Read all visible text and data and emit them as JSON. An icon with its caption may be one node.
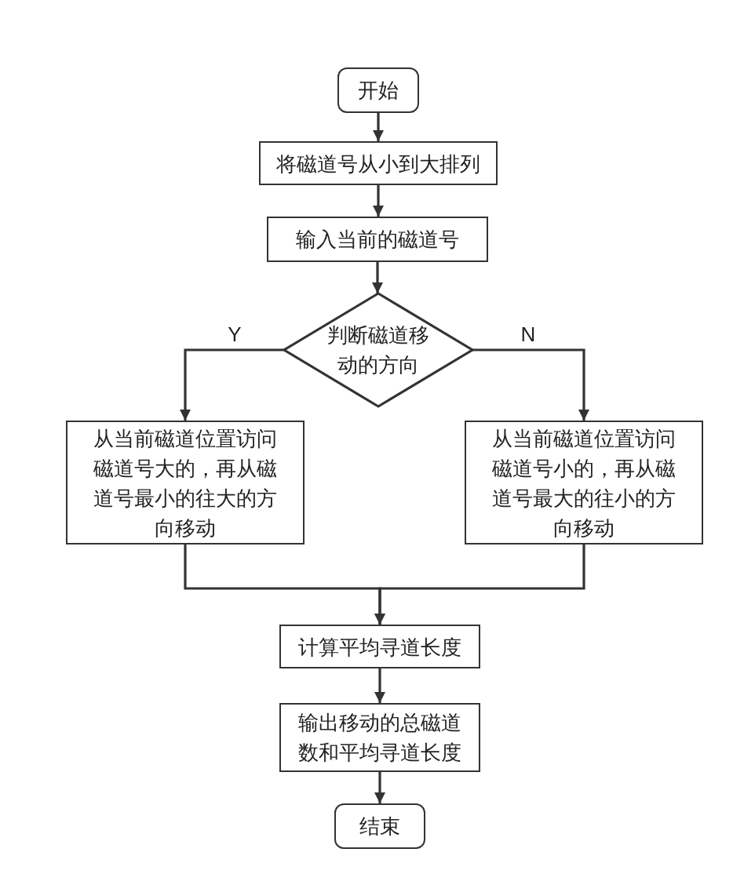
{
  "diagram": {
    "nodes": [
      {
        "text": [
          "开始"
        ]
      },
      {
        "text": [
          "将磁道号从小到大排列"
        ]
      },
      {
        "text": [
          "输入当前的磁道号"
        ]
      },
      {
        "text": [
          "判断磁道移动的方向"
        ]
      },
      {
        "text": [
          "从当前磁道位置访问磁道号大的，再从磁道号最小的往大的方向移动"
        ]
      },
      {
        "text": [
          "从当前磁道位置访问磁道号小的，再从磁道号最大的往小的方向移动"
        ]
      },
      {
        "text": [
          "计算平均寻道长度"
        ]
      },
      {
        "text": [
          "输出移动的总磁道数和平均寻道长度"
        ]
      },
      {
        "text": [
          "结束"
        ]
      }
    ],
    "edges": [
      {
        "from": 0,
        "to": 1,
        "arrow": "to"
      },
      {
        "from": 1,
        "to": 2,
        "arrow": "to"
      },
      {
        "from": 2,
        "to": 3,
        "arrow": "to"
      },
      {
        "from": 3,
        "to": 4,
        "arrow": "to",
        "label": "Y"
      },
      {
        "from": 3,
        "to": 5,
        "arrow": "to",
        "label": "N"
      },
      {
        "from": 4,
        "to": 6,
        "arrow": "to"
      },
      {
        "from": 5,
        "to": 6,
        "arrow": "to"
      },
      {
        "from": 6,
        "to": 7,
        "arrow": "to"
      },
      {
        "from": 7,
        "to": 8,
        "arrow": "to"
      }
    ]
  }
}
